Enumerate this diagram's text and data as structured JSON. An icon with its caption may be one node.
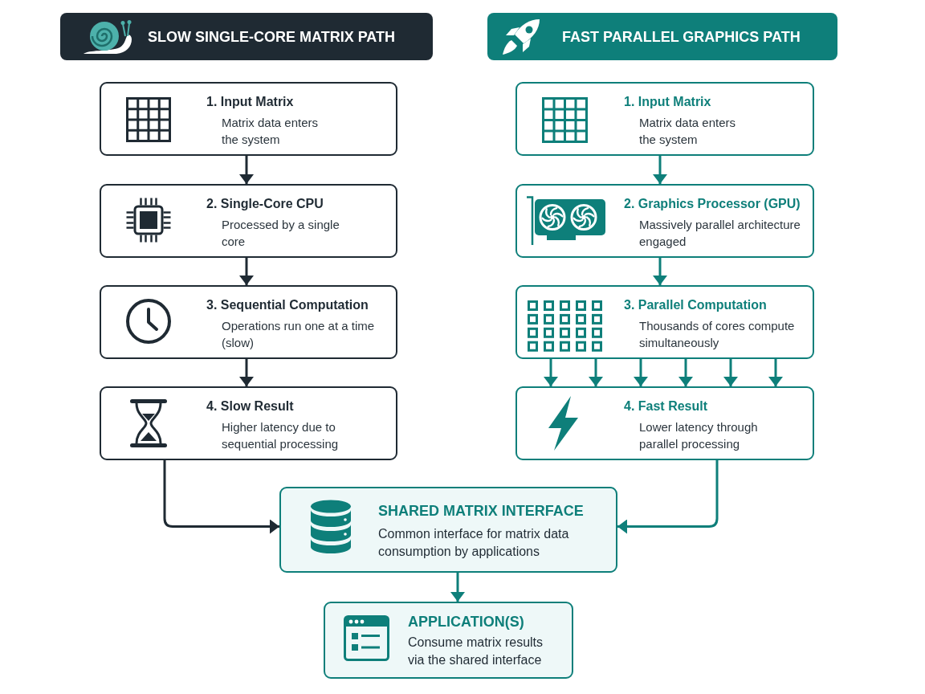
{
  "diagram": {
    "nodes": [
      {
        "text": [
          "SLOW SINGLE-CORE MATRIX PATH"
        ]
      },
      {
        "text": [
          "1. Input Matrix",
          "Matrix data enters the system"
        ]
      },
      {
        "text": [
          "2. Single-Core CPU",
          "Processed by a single core"
        ]
      },
      {
        "text": [
          "3. Sequential Computation",
          "Operations run one at a time (slow)"
        ]
      },
      {
        "text": [
          "4. Slow Result",
          "Higher latency due to sequential processing"
        ]
      },
      {
        "text": [
          "FAST PARALLEL GRAPHICS PATH"
        ]
      },
      {
        "text": [
          "1. Input Matrix",
          "Matrix data enters the system"
        ]
      },
      {
        "text": [
          "2. Graphics Processor (GPU)",
          "Massively parallel architecture engaged"
        ]
      },
      {
        "text": [
          "3. Parallel Computation",
          "Thousands of cores compute simultaneously"
        ]
      },
      {
        "text": [
          "4. Fast Result",
          "Lower latency through parallel processing"
        ]
      },
      {
        "text": [
          "SHARED MATRIX INTERFACE",
          "Common interface for matrix data consumption by applications"
        ]
      },
      {
        "text": [
          "APPLICATION(S)",
          "Consume matrix results via the shared interface"
        ]
      }
    ],
    "edges": [
      {
        "from": 1,
        "to": 2,
        "arrow": "to",
        "color": "#1f2a33"
      },
      {
        "from": 2,
        "to": 3,
        "arrow": "to",
        "color": "#1f2a33"
      },
      {
        "from": 3,
        "to": 4,
        "arrow": "to",
        "color": "#1f2a33"
      },
      {
        "from": 6,
        "to": 7,
        "arrow": "to"
      },
      {
        "from": 7,
        "to": 8,
        "arrow": "to"
      },
      {
        "from": 8,
        "to": 9,
        "arrow": "to"
      },
      {
        "from": 8,
        "to": 9,
        "arrow": "to"
      },
      {
        "from": 8,
        "to": 9,
        "arrow": "to"
      },
      {
        "from": 8,
        "to": 9,
        "arrow": "to"
      },
      {
        "from": 8,
        "to": 9,
        "arrow": "to"
      },
      {
        "from": 8,
        "to": 9,
        "arrow": "to"
      },
      {
        "from": 4,
        "to": 10,
        "arrow": "to",
        "color": "#1f2a33"
      },
      {
        "from": 9,
        "to": 10,
        "arrow": "to"
      },
      {
        "from": 10,
        "to": 11,
        "arrow": "to"
      }
    ]
  }
}
